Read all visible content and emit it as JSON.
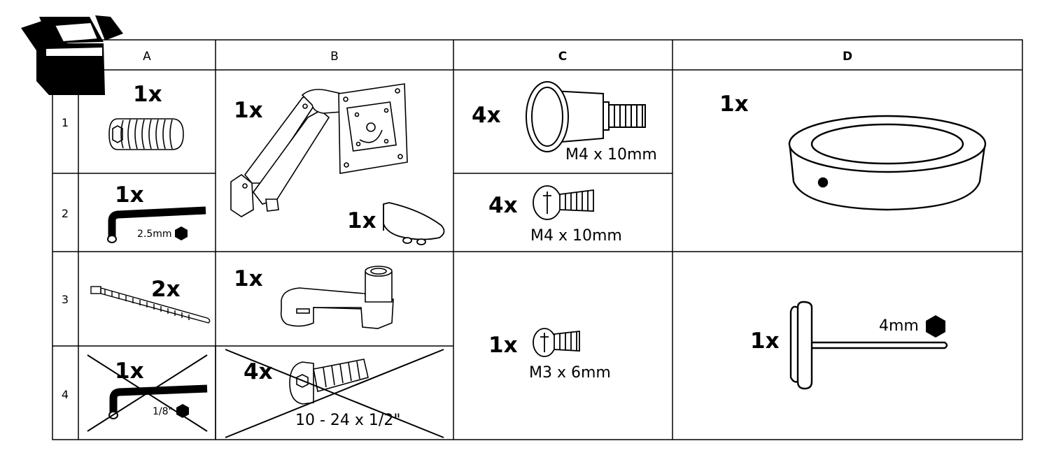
{
  "columns": [
    "A",
    "B",
    "C",
    "D"
  ],
  "rows": [
    "1",
    "2",
    "3",
    "4"
  ],
  "parts": {
    "A1": {
      "qty": "1x",
      "icon": "threaded-insert"
    },
    "A2": {
      "qty": "1x",
      "spec": "2.5mm",
      "icon": "hex-key"
    },
    "A3": {
      "qty": "2x",
      "icon": "cable-tie"
    },
    "A4": {
      "qty": "1x",
      "spec": "1/8\"",
      "icon": "hex-key",
      "excluded": true
    },
    "B1": {
      "qty": "1x",
      "icon": "monitor-arm"
    },
    "B2": {
      "qty": "1x",
      "icon": "cover-cap"
    },
    "B3": {
      "qty": "1x",
      "icon": "extension-arm"
    },
    "B4": {
      "qty": "4x",
      "spec": "10 - 24 x 1/2\"",
      "icon": "socket-screw",
      "excluded": true
    },
    "C1": {
      "qty": "4x",
      "spec": "M4 x 10mm",
      "icon": "thumb-screw"
    },
    "C2": {
      "qty": "4x",
      "spec": "M4 x 10mm",
      "icon": "phillips-screw"
    },
    "C3": {
      "qty": "1x",
      "spec": "M3 x 6mm",
      "icon": "phillips-screw"
    },
    "D1": {
      "qty": "1x",
      "icon": "base-ring"
    },
    "D3": {
      "qty": "1x",
      "spec": "4mm",
      "icon": "t-hex-key"
    }
  },
  "colors": {
    "ink": "#000000",
    "paper": "#ffffff"
  }
}
